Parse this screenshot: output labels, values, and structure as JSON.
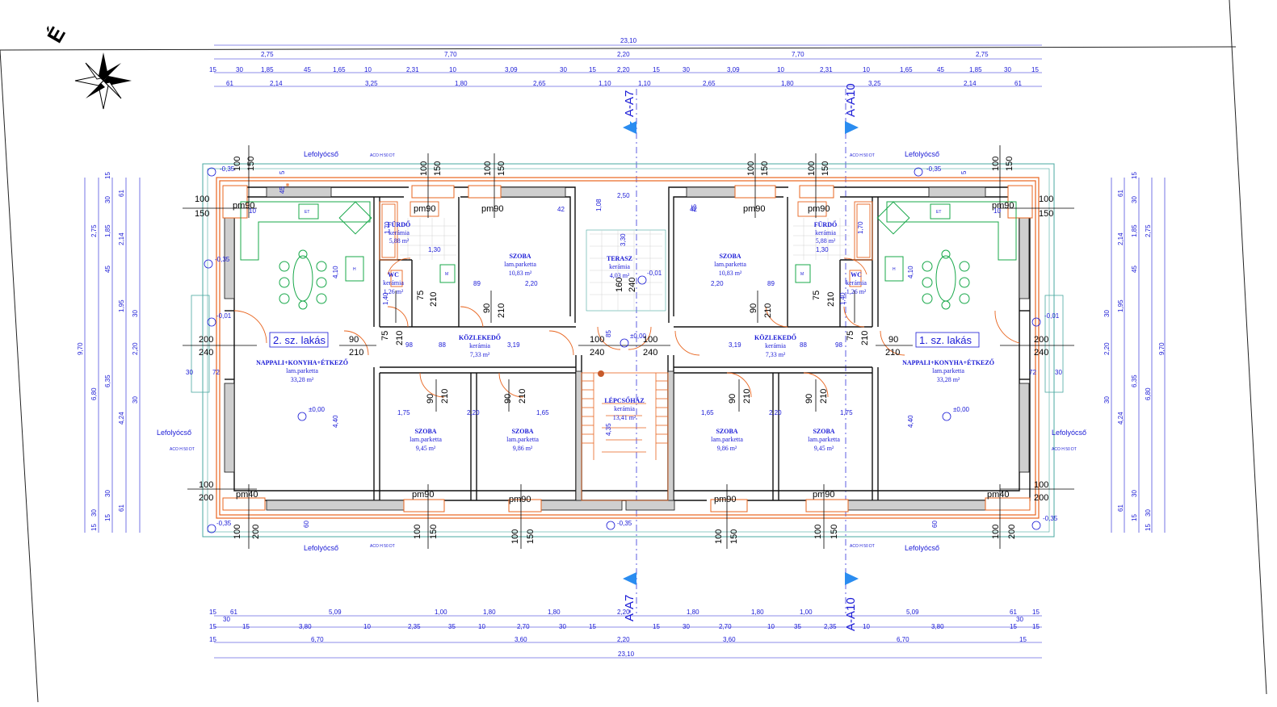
{
  "north_label": "É",
  "colors": {
    "dimension": "#1a1ad6",
    "wall": "#111111",
    "orange": "#e8641e",
    "green": "#18a84a",
    "teal": "#4aa8a0"
  },
  "dims": {
    "total": "23,10",
    "top1": [
      "2,75",
      "7,70",
      "2,20",
      "7,70",
      "2,75"
    ],
    "top2": [
      "15",
      "30",
      "1,85",
      "45",
      "1,65",
      "10",
      "2,31",
      "10",
      "3,09",
      "30",
      "15",
      "2,20",
      "15",
      "30",
      "3,09",
      "10",
      "2,31",
      "10",
      "1,65",
      "45",
      "1,85",
      "30",
      "15"
    ],
    "top3": [
      "61",
      "2,14",
      "3,25",
      "1,80",
      "2,65",
      "1,10",
      "1,10",
      "2,65",
      "1,80",
      "3,25",
      "2,14",
      "61"
    ],
    "bot1": [
      "15",
      "61",
      "5,09",
      "1,00",
      "1,80",
      "1,80",
      "2,20",
      "1,80",
      "1,80",
      "1,00",
      "5,09",
      "61",
      "15"
    ],
    "bot1b": [
      "30",
      "30"
    ],
    "bot2": [
      "15",
      "15",
      "3,80",
      "10",
      "2,35",
      "35",
      "10",
      "2,70",
      "30",
      "15",
      "15",
      "30",
      "2,70",
      "10",
      "35",
      "2,35",
      "10",
      "3,80",
      "15",
      "15"
    ],
    "bot3": [
      "15",
      "6,70",
      "3,60",
      "2,20",
      "3,60",
      "6,70",
      "15"
    ],
    "left_outer": [
      "15",
      "61",
      "30",
      "2,75",
      "1,85",
      "2,14",
      "45",
      "1,95",
      "30",
      "2,20",
      "6,35",
      "30",
      "4,24",
      "30",
      "15",
      "61",
      "30",
      "15",
      "9,70",
      "6,80"
    ],
    "right_outer": [
      "15",
      "61",
      "30",
      "2,75",
      "1,85",
      "2,14",
      "45",
      "1,95",
      "30",
      "2,20",
      "6,35",
      "30",
      "4,24",
      "30",
      "15",
      "61",
      "30",
      "15",
      "9,70",
      "6,80"
    ]
  },
  "sections": {
    "left": "A-A7",
    "right": "A-A10"
  },
  "apartments": {
    "a2": "2. sz. lakás",
    "a1": "1. sz. lakás"
  },
  "rooms": [
    {
      "name": "FÜRDŐ",
      "floor": "kerámia",
      "area": "5,88 m²"
    },
    {
      "name": "SZOBA",
      "floor": "lam.parketta",
      "area": "10,83 m²"
    },
    {
      "name": "TERASZ",
      "floor": "kerámia",
      "area": "4,03 m²"
    },
    {
      "name": "SZOBA",
      "floor": "lam.parketta",
      "area": "10,83 m²"
    },
    {
      "name": "FÜRDŐ",
      "floor": "kerámia",
      "area": "5,88 m²"
    },
    {
      "name": "WC",
      "floor": "kerámia",
      "area": "1,26 m²"
    },
    {
      "name": "WC",
      "floor": "kerámia",
      "area": "1,26 m²"
    },
    {
      "name": "KÖZLEKEDŐ",
      "floor": "kerámia",
      "area": "7,33 m²"
    },
    {
      "name": "KÖZLEKEDŐ",
      "floor": "kerámia",
      "area": "7,33 m²"
    },
    {
      "name": "NAPPALI+KONYHA+ÉTKEZŐ",
      "floor": "lam.parketta",
      "area": "33,28 m²"
    },
    {
      "name": "NAPPALI+KONYHA+ÉTKEZŐ",
      "floor": "lam.parketta",
      "area": "33,28 m²"
    },
    {
      "name": "LÉPCSŐHÁZ",
      "floor": "kerámia",
      "area": "13,41 m²"
    },
    {
      "name": "SZOBA",
      "floor": "lam.parketta",
      "area": "9,45 m²"
    },
    {
      "name": "SZOBA",
      "floor": "lam.parketta",
      "area": "9,86 m²"
    },
    {
      "name": "SZOBA",
      "floor": "lam.parketta",
      "area": "9,86 m²"
    },
    {
      "name": "SZOBA",
      "floor": "lam.parketta",
      "area": "9,45 m²"
    }
  ],
  "drain": "Lefolyócső",
  "aco": "ACO H 50 DT",
  "levels": {
    "l1": "-0,35",
    "l2": "-0,01",
    "l3": "±0,00"
  },
  "openings": {
    "pm90": "pm90",
    "pm40": "pm40"
  },
  "fixtures": {
    "et": "ET",
    "h": "H",
    "m": "M"
  },
  "room_dims": {
    "d410": "4,10",
    "d440": "4,40",
    "d250": "2,50",
    "d108": "1,08",
    "d330": "3,30",
    "d220": "2,20",
    "d89": "89",
    "d319": "3,19",
    "d98": "98",
    "d88": "88",
    "d175": "1,75",
    "d165": "1,65",
    "d170": "1,70",
    "d130": "1,30",
    "d140": "1,40",
    "d75": "75",
    "d435": "4,35",
    "d85": "85",
    "d72": "72",
    "d10": "10",
    "d30": "30",
    "d42": "42",
    "d60": "60",
    "d5": "5",
    "d45": "45",
    "d90": "90",
    "d210": "210",
    "d100": "100",
    "d150": "150",
    "d200": "200",
    "d240": "240",
    "d160": "160"
  }
}
